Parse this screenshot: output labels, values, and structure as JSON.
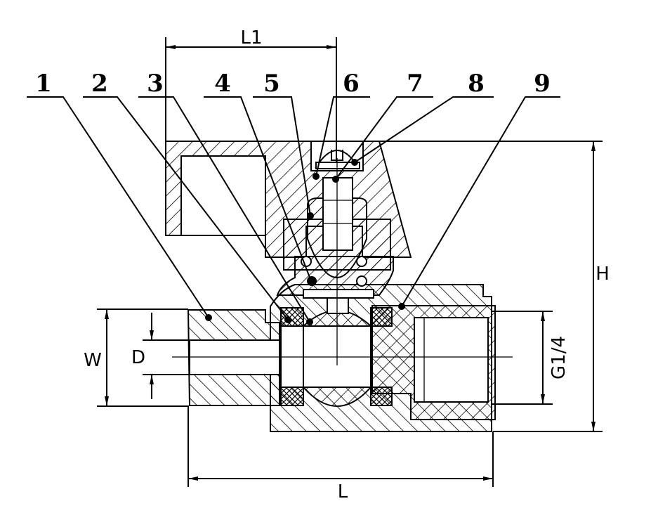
{
  "drawing": {
    "callouts": [
      "1",
      "2",
      "3",
      "4",
      "5",
      "6",
      "7",
      "8",
      "9"
    ],
    "dimensions": {
      "L1": "L1",
      "L": "L",
      "H": "H",
      "W": "W",
      "D": "D",
      "thread": "G1/4"
    },
    "colors": {
      "line": "#000000",
      "background": "#ffffff"
    }
  }
}
